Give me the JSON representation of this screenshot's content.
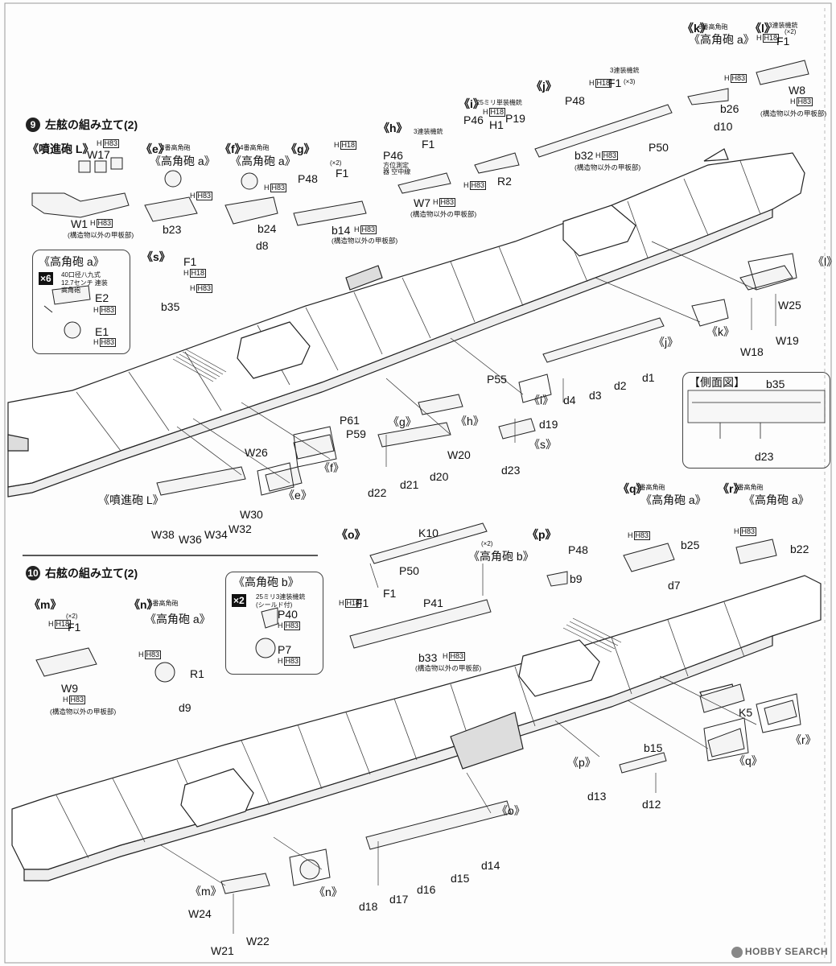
{
  "step9": {
    "number": "9",
    "title": "左舷の組み立て(2)"
  },
  "step10": {
    "number": "10",
    "title": "右舷の組み立て(2)"
  },
  "deck_note": "(構造物以外の甲板部)",
  "groups": {
    "funnel_l": {
      "label": "《噴進砲 L》",
      "parts": [
        "W17",
        "W1",
        "H83",
        "H83"
      ]
    },
    "e": {
      "label": "《e》",
      "sub": "2番高角砲",
      "title": "《高角砲 a》",
      "parts": [
        "H83",
        "b23"
      ]
    },
    "f": {
      "label": "《f》",
      "sub": "4番高角砲",
      "title": "《高角砲 a》",
      "parts": [
        "H83",
        "b24",
        "d8"
      ]
    },
    "g": {
      "label": "《g》",
      "parts": [
        "H18",
        "P48",
        "F1",
        "(×2)",
        "b14",
        "H83"
      ]
    },
    "h": {
      "label": "《h》",
      "sub": "3連装機銃",
      "parts": [
        "F1",
        "P46",
        "W7",
        "H83"
      ],
      "p46_note": "方位測定器 空中線"
    },
    "i": {
      "label": "《i》",
      "sub": "25ミリ単装機銃",
      "parts": [
        "H18",
        "P46",
        "H1",
        "P19",
        "R2",
        "H83"
      ]
    },
    "j": {
      "label": "《j》",
      "sub": "3連装機銃",
      "parts": [
        "H18",
        "F1",
        "(×3)",
        "P48",
        "b32",
        "H83",
        "P50"
      ]
    },
    "k": {
      "label": "《k》",
      "sub": "6番高角砲",
      "title": "《高角砲 a》",
      "parts": [
        "H83",
        "b26",
        "d10"
      ]
    },
    "l": {
      "label": "《l》",
      "sub": "3連装機銃",
      "parts": [
        "(×2)",
        "H18",
        "F1",
        "W8",
        "H83"
      ]
    },
    "aa_gun_a": {
      "title": "《高角砲 a》",
      "qty": "×6",
      "desc": "40口径八九式 12.7センチ 連装高角砲",
      "parts": [
        "E2",
        "H83",
        "E1",
        "H83"
      ]
    },
    "s": {
      "label": "《s》",
      "parts": [
        "F1",
        "H18",
        "H83",
        "b35"
      ]
    },
    "side_view": {
      "title": "【側面図】",
      "parts": [
        "b35",
        "d23"
      ]
    },
    "m": {
      "label": "《m》",
      "parts": [
        "H18",
        "(×2)",
        "F1",
        "W9",
        "H83"
      ]
    },
    "n": {
      "label": "《n》",
      "sub": "5番高角砲",
      "title": "《高角砲 a》",
      "parts": [
        "H83",
        "R1",
        "d9"
      ]
    },
    "aa_gun_b": {
      "title": "《高角砲 b》",
      "qty": "×2",
      "desc": "25ミリ3連装機銃 (シールド付)",
      "parts": [
        "P40",
        "H83",
        "P7",
        "H83"
      ]
    },
    "o": {
      "label": "《o》",
      "parts": [
        "K10",
        "(×2)",
        "《高角砲 b》",
        "P50",
        "H18",
        "F1",
        "F1",
        "P41",
        "b33",
        "H83"
      ]
    },
    "p": {
      "label": "《p》",
      "parts": [
        "P48",
        "b9"
      ]
    },
    "q": {
      "label": "《q》",
      "sub": "3番高角砲",
      "title": "《高角砲 a》",
      "parts": [
        "H83",
        "b25",
        "d7"
      ]
    },
    "r": {
      "label": "《r》",
      "sub": "1番高角砲",
      "title": "《高角砲 a》",
      "parts": [
        "H83",
        "b22"
      ]
    }
  },
  "callouts_upper": [
    "W25",
    "W18",
    "W19",
    "d1",
    "d2",
    "d3",
    "d4",
    "P55",
    "d19",
    "P61",
    "P59",
    "W20",
    "d20",
    "d21",
    "d22",
    "d23",
    "W26",
    "W30",
    "W32",
    "W34",
    "W36",
    "W38"
  ],
  "callouts_lower": [
    "K5",
    "b15",
    "d12",
    "d13",
    "d14",
    "d15",
    "d16",
    "d17",
    "d18",
    "W24",
    "W21",
    "W22"
  ],
  "ring_labels_upper": [
    "《l》",
    "《k》",
    "《j》",
    "《i》",
    "《h》",
    "《g》",
    "《f》",
    "《e》",
    "《s》",
    "《噴進砲 L》"
  ],
  "ring_labels_lower": [
    "《r》",
    "《q》",
    "《p》",
    "《o》",
    "《n》",
    "《m》"
  ],
  "watermark": "HOBBY SEARCH"
}
